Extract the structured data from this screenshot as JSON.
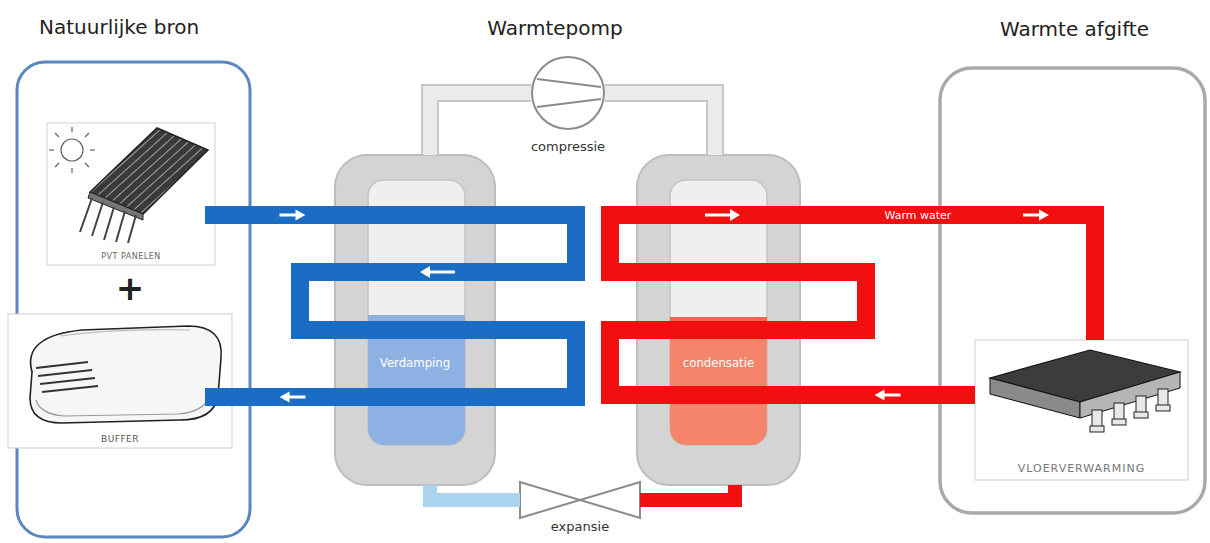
{
  "diagram": {
    "nodes": [
      {
        "text": [
          "Natuurlijke bron"
        ]
      },
      {
        "text": [
          "PVT PANELEN"
        ],
        "in": 0
      },
      {
        "text": [
          "BUFFER"
        ],
        "in": 0
      },
      {
        "text": [
          "Verdamping"
        ]
      },
      {
        "text": [
          "condensatie"
        ]
      },
      {
        "text": [
          "compressie"
        ]
      },
      {
        "text": [
          "expansie"
        ]
      },
      {
        "text": [
          "Warmte afgifte"
        ]
      },
      {
        "text": [
          "VLOERVERWARMING"
        ],
        "in": 7
      }
    ],
    "edges": [
      {
        "from": 0,
        "to": 3,
        "arrow": "to"
      },
      {
        "from": 3,
        "to": 0,
        "arrow": "to"
      },
      {
        "from": 4,
        "to": 8,
        "label": "Warm water",
        "arrow": "to"
      },
      {
        "from": 8,
        "to": 4,
        "arrow": "to"
      },
      {
        "from": 3,
        "to": 5,
        "arrow": "none"
      },
      {
        "from": 5,
        "to": 4,
        "arrow": "none"
      },
      {
        "from": 4,
        "to": 6,
        "arrow": "none"
      },
      {
        "from": 6,
        "to": 3,
        "arrow": "none"
      }
    ],
    "labels": [
      "Warmtepomp",
      "+"
    ]
  }
}
